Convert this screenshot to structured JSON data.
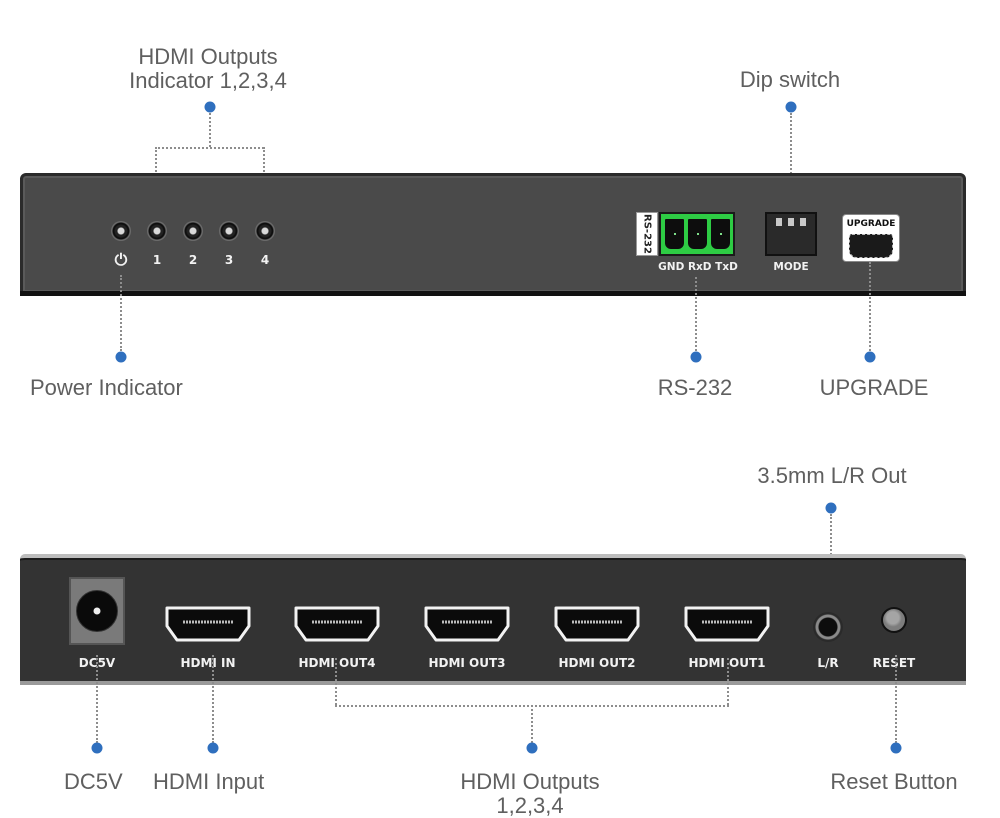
{
  "front_panel": {
    "callouts": {
      "hdmi_outputs_indicator_line1": "HDMI Outputs",
      "hdmi_outputs_indicator_line2": "Indicator 1,2,3,4",
      "dip_switch": "Dip switch",
      "power_indicator": "Power Indicator",
      "rs232": "RS-232",
      "upgrade": "UPGRADE"
    },
    "indicators": [
      {
        "label": "power-symbol",
        "glyph": "⏻"
      },
      {
        "label": "1"
      },
      {
        "label": "2"
      },
      {
        "label": "3"
      },
      {
        "label": "4"
      }
    ],
    "rs232": {
      "tag": "RS-232",
      "pins_label": "GND RxD TxD",
      "terminal_color": "#2ecc44"
    },
    "dip_switch_label": "MODE",
    "upgrade_port_label": "UPGRADE"
  },
  "rear_panel": {
    "callouts": {
      "lr_out": "3.5mm L/R Out",
      "dc5v": "DC5V",
      "hdmi_input": "HDMI Input",
      "hdmi_outputs_line1": "HDMI Outputs",
      "hdmi_outputs_line2": "1,2,3,4",
      "reset_button": "Reset Button"
    },
    "ports": {
      "dc": "DC5V",
      "hdmi_in": "HDMI IN",
      "hdmi_out4": "HDMI OUT4",
      "hdmi_out3": "HDMI OUT3",
      "hdmi_out2": "HDMI OUT2",
      "hdmi_out1": "HDMI OUT1",
      "lr": "L/R",
      "reset": "RESET"
    }
  },
  "colors": {
    "callout_dot": "#2f6fbe",
    "callout_text": "#5f5f5f",
    "panel_front": "#4a4a4a",
    "panel_rear": "#333333"
  }
}
